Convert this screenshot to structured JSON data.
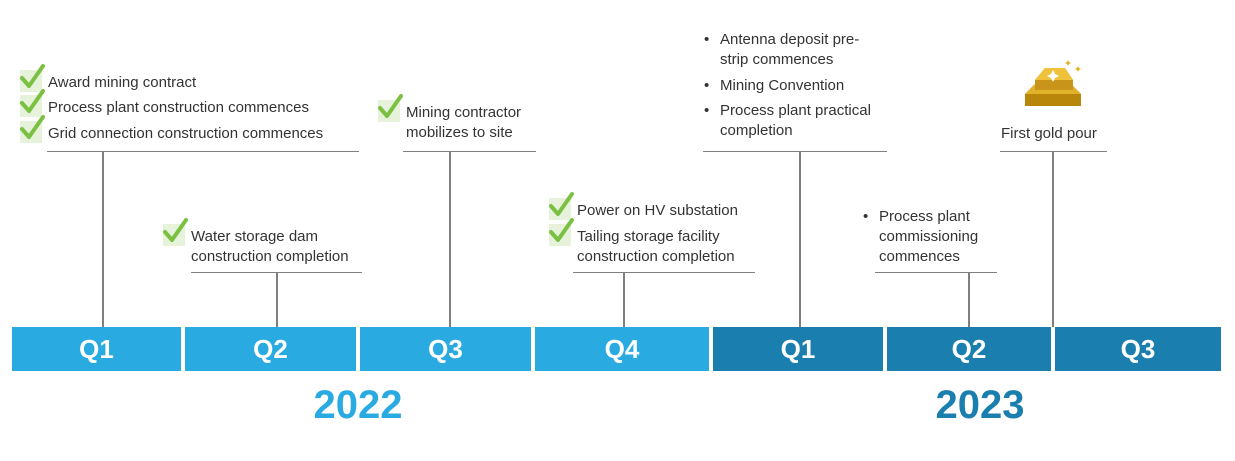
{
  "colors": {
    "year_2022": "#29abe2",
    "year_2023": "#1a7fae",
    "check": "#7ac143",
    "check_bg": "#e6f2d9",
    "gold": "#d4a017",
    "line": "#7f7f7f"
  },
  "timeline": {
    "quarters_2022": [
      "Q1",
      "Q2",
      "Q3",
      "Q4"
    ],
    "quarters_2023": [
      "Q1",
      "Q2",
      "Q3"
    ],
    "years": [
      "2022",
      "2023"
    ]
  },
  "milestones": {
    "q1_2022": [
      "Award mining contract",
      "Process plant construction commences",
      "Grid connection construction commences"
    ],
    "q2_2022": [
      "Water storage dam",
      "construction completion"
    ],
    "q3_2022": [
      "Mining contractor",
      "mobilizes to site"
    ],
    "q4_2022": [
      "Power on HV substation",
      "Tailing storage facility",
      "construction completion"
    ],
    "q1_2023": [
      "Antenna deposit pre-",
      "strip commences",
      "Mining Convention",
      "Process plant practical",
      "completion"
    ],
    "q2_2023": [
      "Process plant",
      "commissioning",
      "commences"
    ],
    "q3_2023": [
      "First gold pour"
    ]
  },
  "icons": {
    "check": "check-icon",
    "gold": "gold-bars-icon"
  }
}
